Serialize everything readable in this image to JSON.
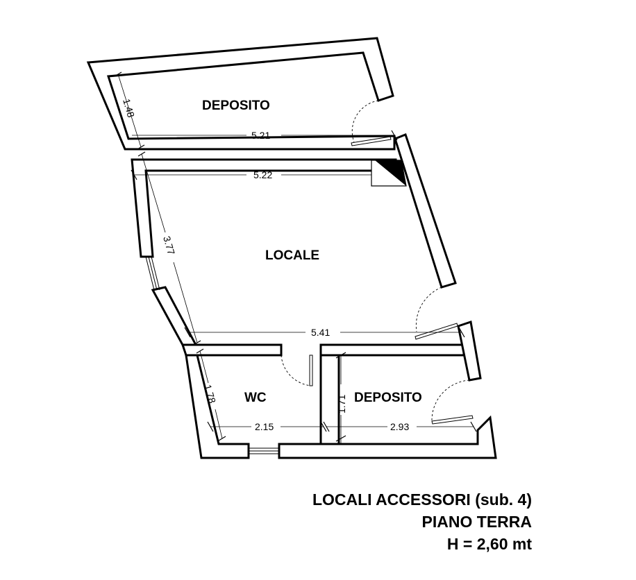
{
  "rooms": {
    "deposito_top": "DEPOSITO",
    "locale": "LOCALE",
    "wc": "WC",
    "deposito_bottom": "DEPOSITO"
  },
  "dimensions": {
    "deposito_top_width": "5.21",
    "deposito_top_depth": "1.48",
    "locale_width_top": "5.22",
    "locale_depth": "3.77",
    "locale_width_bottom": "5.41",
    "wc_width": "2.15",
    "wc_depth": "1.78",
    "deposito_bottom_width": "2.93",
    "deposito_bottom_depth": "1.71"
  },
  "title": {
    "line1": "LOCALI ACCESSORI (sub. 4)",
    "line2": "PIANO TERRA",
    "line3": "H = 2,60 mt"
  }
}
